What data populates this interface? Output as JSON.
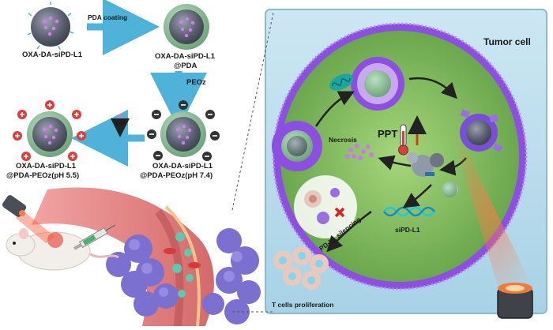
{
  "labels": {
    "step1": "OXA-DA-siPD-L1",
    "step2_line1": "OXA-DA-siPD-L1",
    "step2_line2": "@PDA",
    "step3_line1": "OXA-DA-siPD-L1",
    "step3_line2": "@PDA-PEOz(pH 7.4)",
    "step4_line1": "OXA-DA-siPD-L1",
    "step4_line2": "@PDA-PEOz(pH 5.5)",
    "pda_coating": "PDA coating",
    "peoz": "PEOz",
    "ph": "pH",
    "tumor_cell": "Tumor cell",
    "ppt": "PPT",
    "necrosis": "Necrosis",
    "pdl1_silencing": "PD-L1 silencing",
    "sipdl1": "siPD-L1",
    "t_cells": "T cells proliferation"
  },
  "colors": {
    "arrow_blue": "#4fb3d9",
    "membrane_purple": "#8a4fd8",
    "cytoplasm_green": "#7fbf5a",
    "panel_bg": "#b9dcec",
    "vessel_pink": "#e88a8a",
    "tumor_purple": "#7b6fd0",
    "plus_red": "#e23b3b",
    "minus_dark": "#333333"
  }
}
